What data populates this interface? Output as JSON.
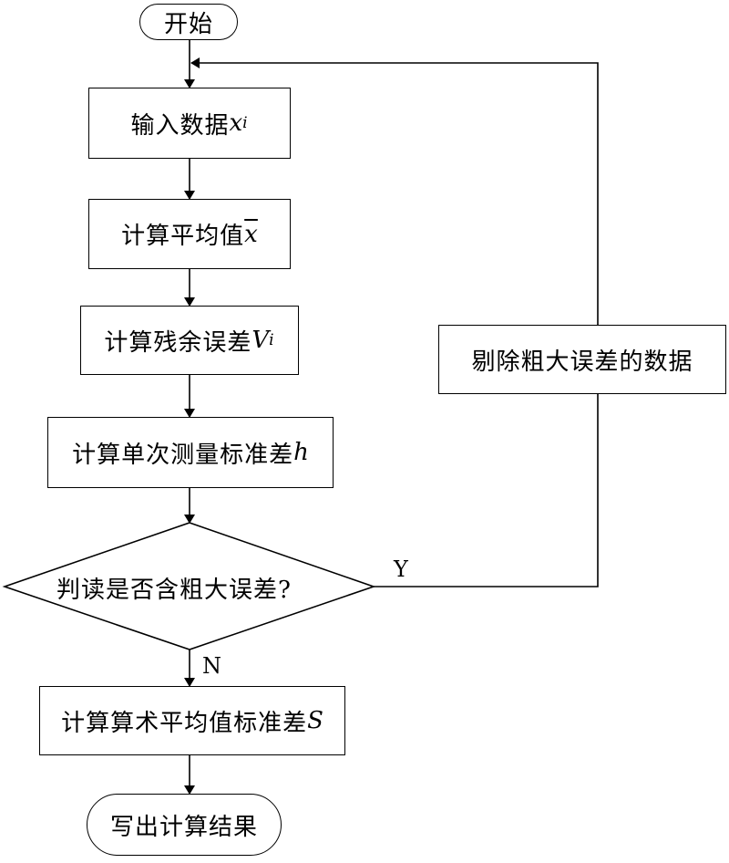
{
  "flowchart": {
    "start": {
      "label": "开始"
    },
    "input": {
      "label": "输入数据",
      "var": "x",
      "sub": "i"
    },
    "mean": {
      "label": "计算平均值",
      "var": "x"
    },
    "residual": {
      "label": "计算残余误差",
      "var": "V",
      "sub": "i"
    },
    "stddev": {
      "label": "计算单次测量标准差",
      "var": "h"
    },
    "decision": {
      "label": "判读是否含粗大误差?"
    },
    "yes_label": "Y",
    "no_label": "N",
    "remove": {
      "label": "剔除粗大误差的数据"
    },
    "arith": {
      "label": "计算算术平均值标准差",
      "var": "S"
    },
    "end": {
      "label": "写出计算结果"
    }
  }
}
